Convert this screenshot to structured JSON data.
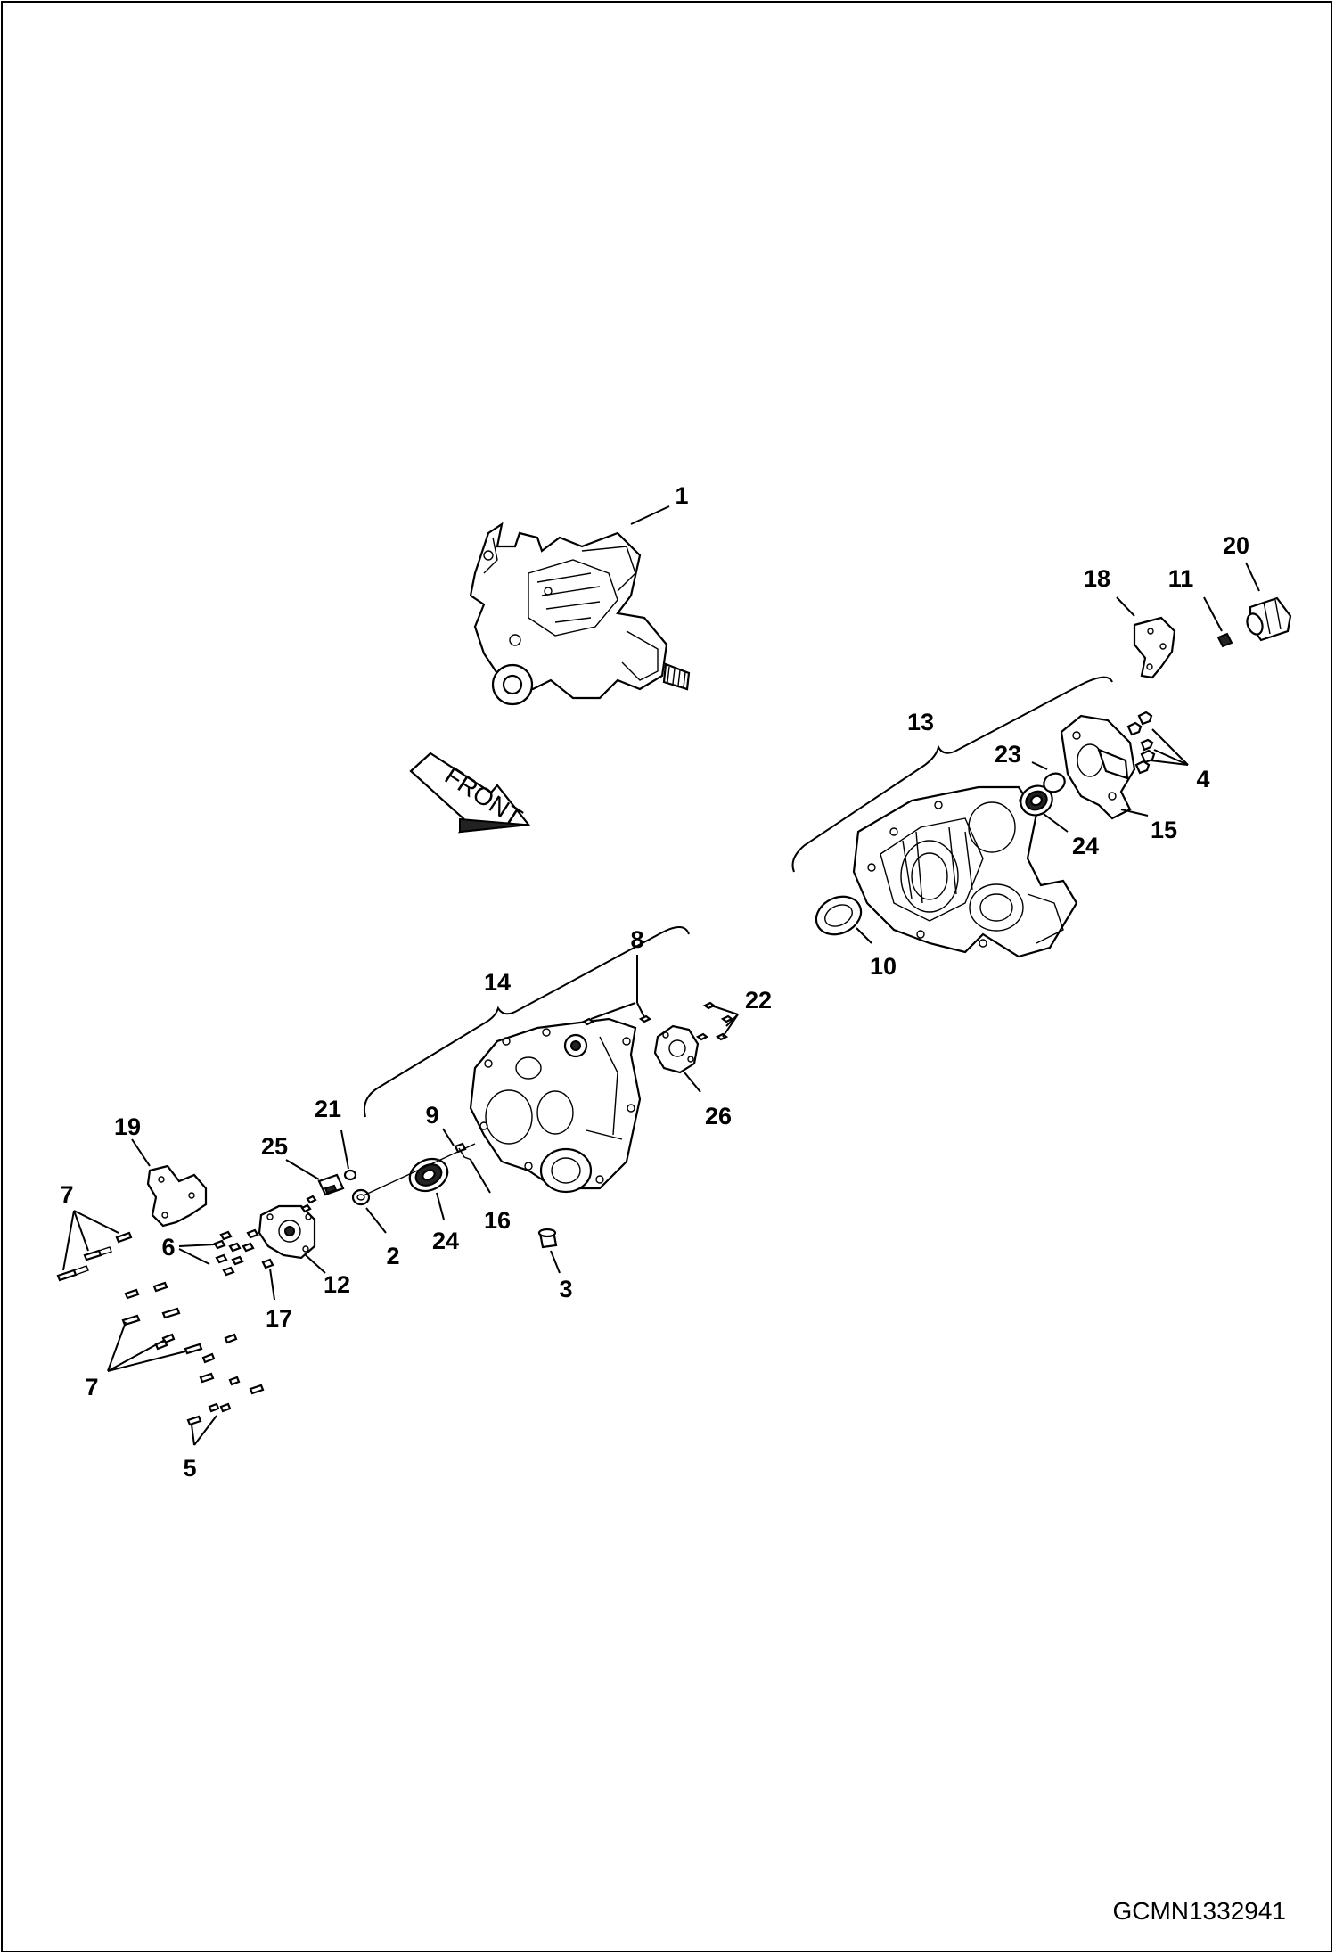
{
  "figure_id": "GCMN1332941",
  "direction_label": "FRONT",
  "callouts": {
    "c1": "1",
    "c2": "2",
    "c3": "3",
    "c4": "4",
    "c5": "5",
    "c6": "6",
    "c7a": "7",
    "c7b": "7",
    "c8": "8",
    "c9": "9",
    "c10": "10",
    "c11": "11",
    "c12": "12",
    "c13": "13",
    "c14": "14",
    "c15": "15",
    "c16": "16",
    "c17": "17",
    "c18": "18",
    "c19": "19",
    "c20": "20",
    "c21": "21",
    "c22": "22",
    "c23": "23",
    "c24a": "24",
    "c24b": "24",
    "c25": "25",
    "c26": "26"
  }
}
